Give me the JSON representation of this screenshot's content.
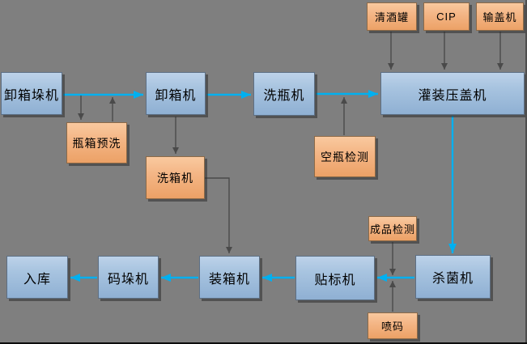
{
  "diagram_title": "bottling-line-process-flow",
  "colors": {
    "background": "#7f7f7f",
    "node_blue_top": "#bdd2e9",
    "node_blue_bottom": "#8fb0d3",
    "node_orange_top": "#f9c99f",
    "node_orange_bottom": "#eca166",
    "arrow_main_blue": "#00b0f0",
    "arrow_aux_dark": "#4a4a4a"
  },
  "nodes": [
    {
      "label": "卸箱垛机",
      "type": "blue"
    },
    {
      "label": "瓶箱预洗",
      "type": "orange"
    },
    {
      "label": "卸箱机",
      "type": "blue"
    },
    {
      "label": "洗瓶机",
      "type": "blue"
    },
    {
      "label": "空瓶检测",
      "type": "orange"
    },
    {
      "label": "灌装压盖机",
      "type": "blue"
    },
    {
      "label": "清酒罐",
      "type": "orange"
    },
    {
      "label": "CIP",
      "type": "orange"
    },
    {
      "label": "输盖机",
      "type": "orange"
    },
    {
      "label": "洗箱机",
      "type": "orange"
    },
    {
      "label": "杀菌机",
      "type": "blue"
    },
    {
      "label": "成品检测",
      "type": "orange"
    },
    {
      "label": "喷码",
      "type": "orange"
    },
    {
      "label": "贴标机",
      "type": "blue"
    },
    {
      "label": "装箱机",
      "type": "blue"
    },
    {
      "label": "码垛机",
      "type": "blue"
    },
    {
      "label": "入库",
      "type": "blue"
    }
  ]
}
